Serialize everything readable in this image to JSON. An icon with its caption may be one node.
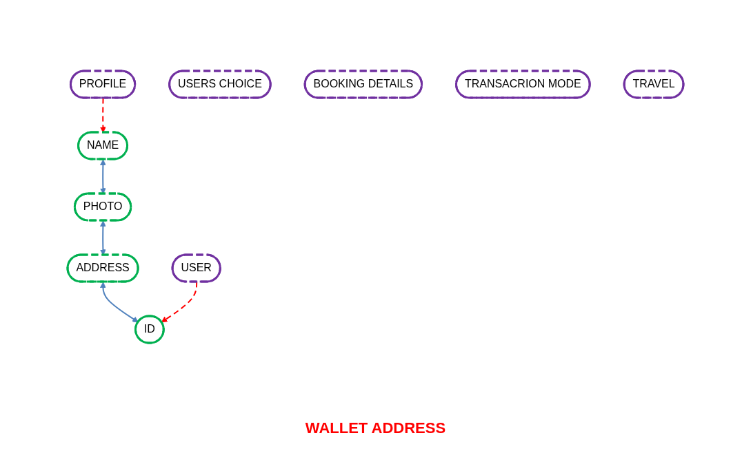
{
  "diagram": {
    "nodes": [
      {
        "text": [
          "NAME"
        ]
      },
      {
        "text": [
          "PHOTO"
        ]
      },
      {
        "text": [
          "ADDRESS"
        ]
      },
      {
        "text": [
          "ID"
        ]
      },
      {
        "text": [
          "PROFILE"
        ]
      },
      {
        "text": [
          "USERS CHOICE"
        ]
      },
      {
        "text": [
          "BOOKING DETAILS"
        ]
      },
      {
        "text": [
          "TRANSACRION MODE"
        ]
      },
      {
        "text": [
          "TRAVEL"
        ]
      },
      {
        "text": [
          "USER"
        ]
      }
    ],
    "edges": [
      {
        "from": 0,
        "to": 1,
        "arrow": "both"
      },
      {
        "from": 1,
        "to": 2,
        "arrow": "both"
      },
      {
        "from": 2,
        "to": 3,
        "arrow": "both"
      },
      {
        "from": 4,
        "to": 0,
        "arrow": "to",
        "style": "dashed",
        "color": "#ff0000"
      },
      {
        "from": 9,
        "to": 3,
        "arrow": "to",
        "style": "dashed",
        "color": "#ff0000"
      }
    ],
    "labels": [
      "WALLET ADDRESS"
    ]
  }
}
